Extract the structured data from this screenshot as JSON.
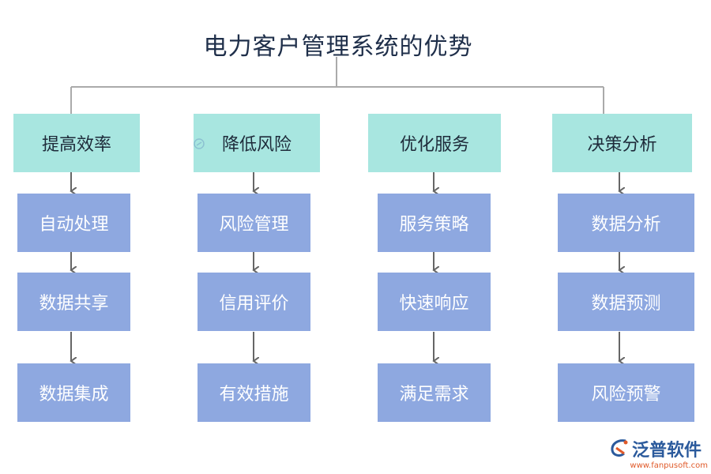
{
  "title": "电力客户管理系统的优势",
  "columns": [
    {
      "category": "提高效率",
      "items": [
        "自动处理",
        "数据共享",
        "数据集成"
      ]
    },
    {
      "category": "降低风险",
      "items": [
        "风险管理",
        "信用评价",
        "有效措施"
      ]
    },
    {
      "category": "优化服务",
      "items": [
        "服务策略",
        "快速响应",
        "满足需求"
      ]
    },
    {
      "category": "决策分析",
      "items": [
        "数据分析",
        "数据预测",
        "风险预警"
      ]
    }
  ],
  "logo": {
    "name": "泛普软件",
    "url": "www.fanpusoft.com"
  },
  "colors": {
    "category": "#a8e6e0",
    "item": "#8ea8e0",
    "line": "#aaaaaa",
    "arrow": "#666666"
  }
}
